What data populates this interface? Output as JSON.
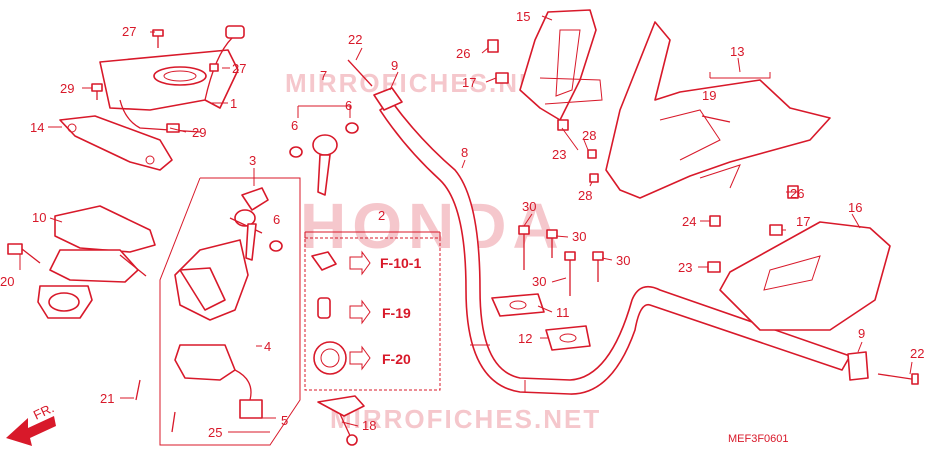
{
  "watermark": {
    "brand": "HONDA",
    "site": "MIRROFICHES.NET"
  },
  "diagram_code": "MEF3F0601",
  "front_label": "FR.",
  "references": [
    "F-10-1",
    "F-19",
    "F-20"
  ],
  "callouts": {
    "c1": "1",
    "c2": "2",
    "c3": "3",
    "c4": "4",
    "c5": "5",
    "c6a": "6",
    "c6b": "6",
    "c6c": "6",
    "c7": "7",
    "c8": "8",
    "c9a": "9",
    "c9b": "9",
    "c10": "10",
    "c11": "11",
    "c12": "12",
    "c13": "13",
    "c14": "14",
    "c15": "15",
    "c16": "16",
    "c17a": "17",
    "c17b": "17",
    "c18": "18",
    "c19": "19",
    "c20": "20",
    "c21": "21",
    "c22a": "22",
    "c22b": "22",
    "c23a": "23",
    "c23b": "23",
    "c24": "24",
    "c25": "25",
    "c26a": "26",
    "c26b": "26",
    "c27a": "27",
    "c27b": "27",
    "c28a": "28",
    "c28b": "28",
    "c29a": "29",
    "c29b": "29",
    "c30a": "30",
    "c30b": "30",
    "c30c": "30",
    "c30d": "30"
  },
  "colors": {
    "line": "#d8192a",
    "watermark": "#f5c7cc",
    "background": "#ffffff"
  }
}
